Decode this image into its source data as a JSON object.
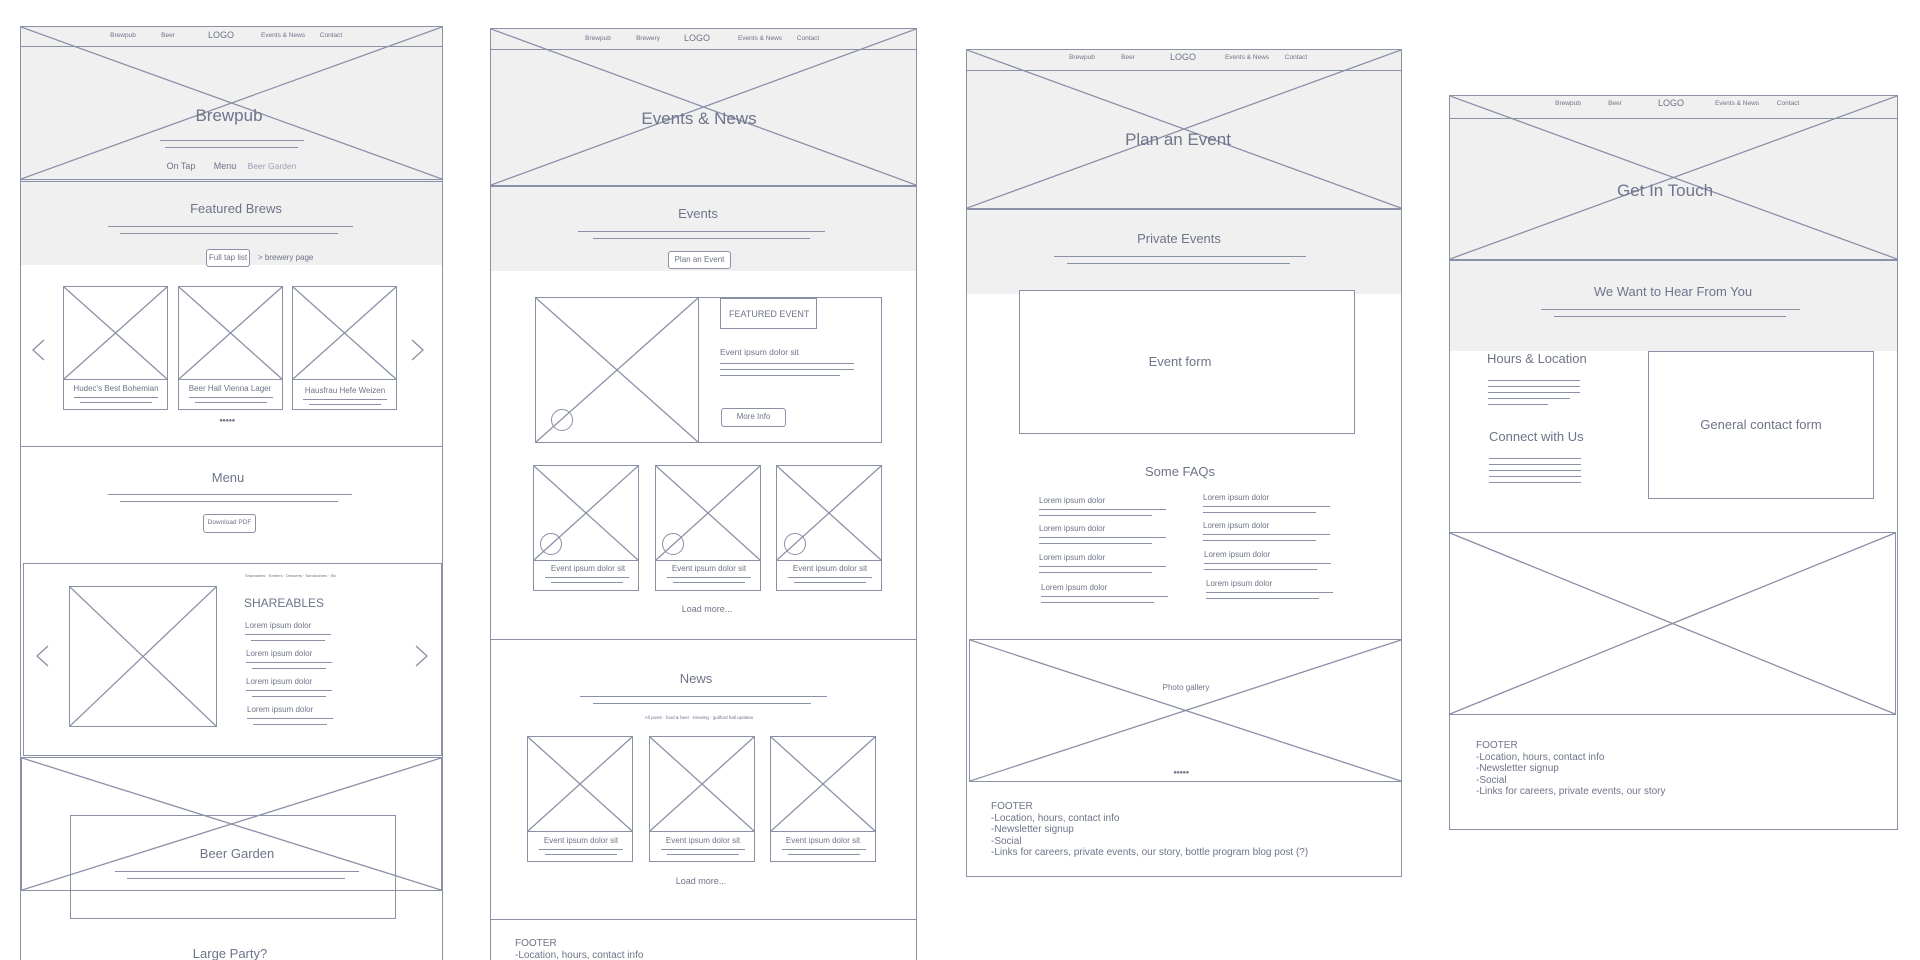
{
  "nav": {
    "f1": [
      "Brewpub",
      "Beer",
      "LOGO",
      "Events & News",
      "Contact"
    ],
    "f2": [
      "Brewpub",
      "Brewery",
      "LOGO",
      "Events & News",
      "Contact"
    ],
    "f3": [
      "Brewpub",
      "Beer",
      "LOGO",
      "Events & News",
      "Contact"
    ],
    "f4": [
      "Brewpub",
      "Beer",
      "LOGO",
      "Events & News",
      "Contact"
    ]
  },
  "f1": {
    "hero_title": "Brewpub",
    "subnav": [
      "On Tap",
      "Menu",
      "Beer Garden"
    ],
    "featured_title": "Featured Brews",
    "full_tap_btn": "Full tap list",
    "brewery_link": "> brewery page",
    "brews": [
      "Hudec's Best Bohemian",
      "Beer Hall Vienna Lager",
      "Hausfrau Hefe Weizen"
    ],
    "dots": "●●●●●",
    "menu_title": "Menu",
    "download_btn": "Download PDF",
    "menu_tabs": "Shareables · Entrees · Desserts · Sandwiches · Etc",
    "shareables_title": "SHAREABLES",
    "menu_items": [
      "Lorem ipsum dolor",
      "Lorem ipsum dolor",
      "Lorem ipsum dolor",
      "Lorem ipsum dolor"
    ],
    "beer_garden_title": "Beer Garden",
    "large_party": "Large Party?"
  },
  "f2": {
    "hero_title": "Events & News",
    "events_title": "Events",
    "plan_btn": "Plan an Event",
    "featured_label": "FEATURED EVENT",
    "featured_text": "Event ipsum dolor sit",
    "more_info_btn": "More Info",
    "event_cards": [
      "Event ipsum dolor sit",
      "Event ipsum dolor sit",
      "Event ipsum dolor sit"
    ],
    "load_more": "Load more...",
    "news_title": "News",
    "news_filters": "All posts · food & beer · brewing · guilford hall updates",
    "news_cards": [
      "Event ipsum dolor sit",
      "Event ipsum dolor sit",
      "Event ipsum dolor sit"
    ],
    "news_load_more": "Load more...",
    "footer": "FOOTER\n-Location, hours, contact info"
  },
  "f3": {
    "hero_title": "Plan an Event",
    "private_title": "Private Events",
    "event_form": "Event form",
    "faqs_title": "Some FAQs",
    "faq_left": [
      "Lorem ipsum dolor",
      "Lorem ipsum dolor",
      "Lorem ipsum dolor",
      "Lorem ipsum dolor"
    ],
    "faq_right": [
      "Lorem ipsum dolor",
      "Lorem ipsum dolor",
      "Lorem ipsum dolor",
      "Lorem ipsum dolor"
    ],
    "gallery_label": "Photo gallery",
    "dots": "●●●●●",
    "footer": "FOOTER\n-Location, hours, contact info\n-Newsletter signup\n-Social\n-Links for careers, private events, our story, bottle program blog post (?)"
  },
  "f4": {
    "hero_title": "Get In Touch",
    "hear_title": "We Want to Hear From You",
    "hours_title": "Hours & Location",
    "connect_title": "Connect with Us",
    "contact_form": "General contact form",
    "footer": "FOOTER\n-Location, hours, contact info\n-Newsletter signup\n-Social\n-Links for careers, private events, our story"
  }
}
